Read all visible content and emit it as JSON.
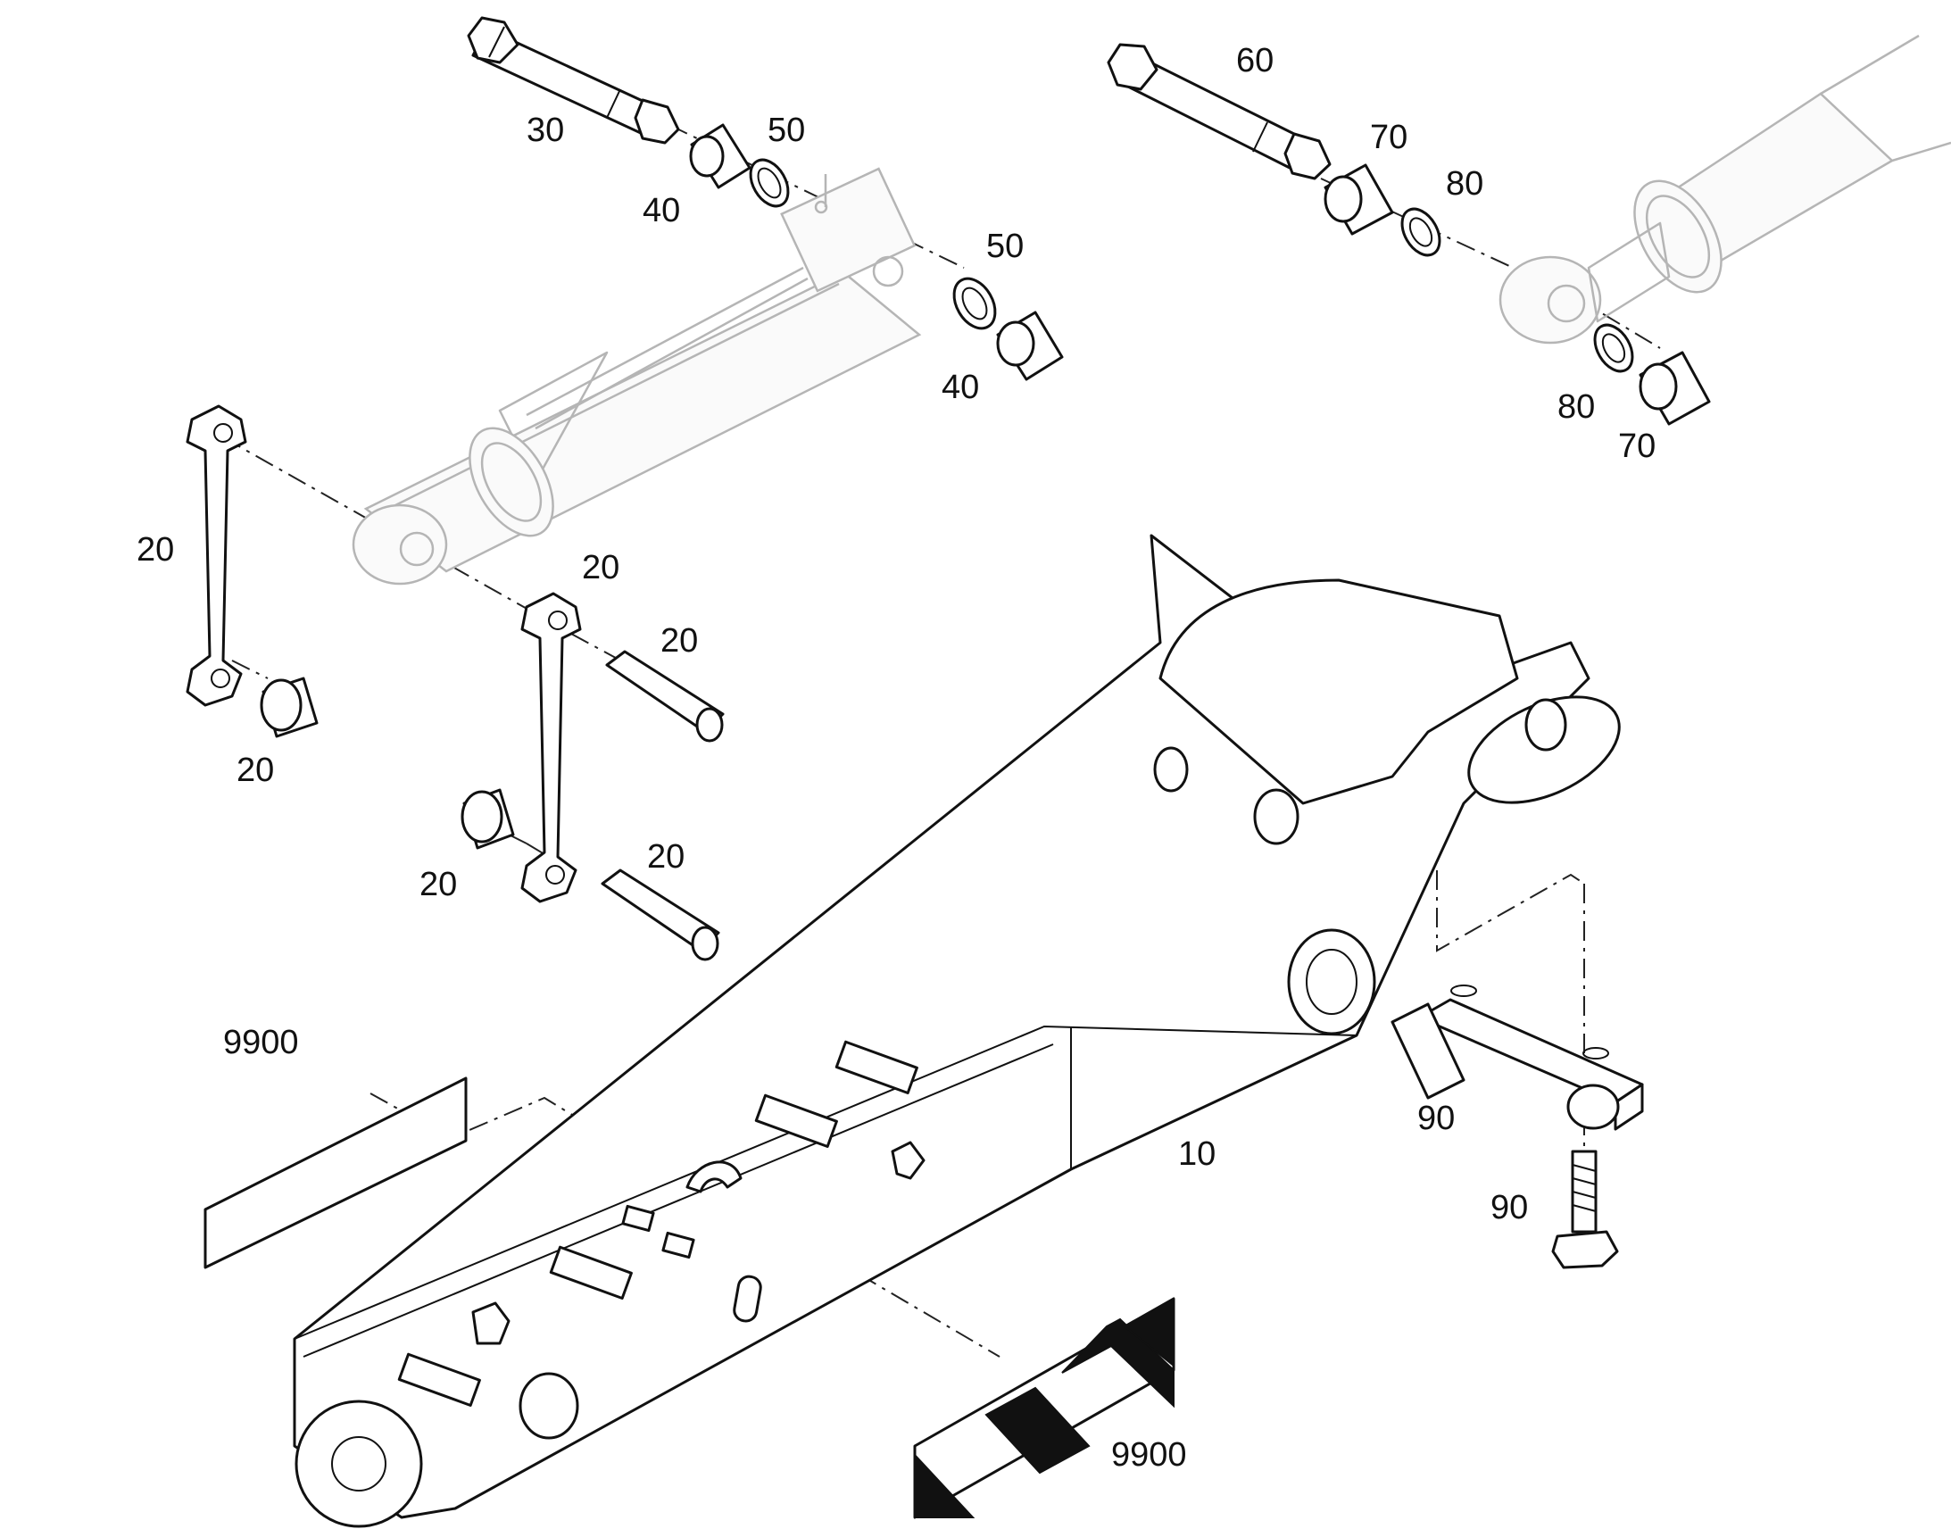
{
  "callouts": {
    "c10": "10",
    "c20": "20",
    "c30": "30",
    "c40": "40",
    "c50": "50",
    "c60": "60",
    "c70": "70",
    "c80": "80",
    "c90": "90",
    "c9900": "9900"
  }
}
